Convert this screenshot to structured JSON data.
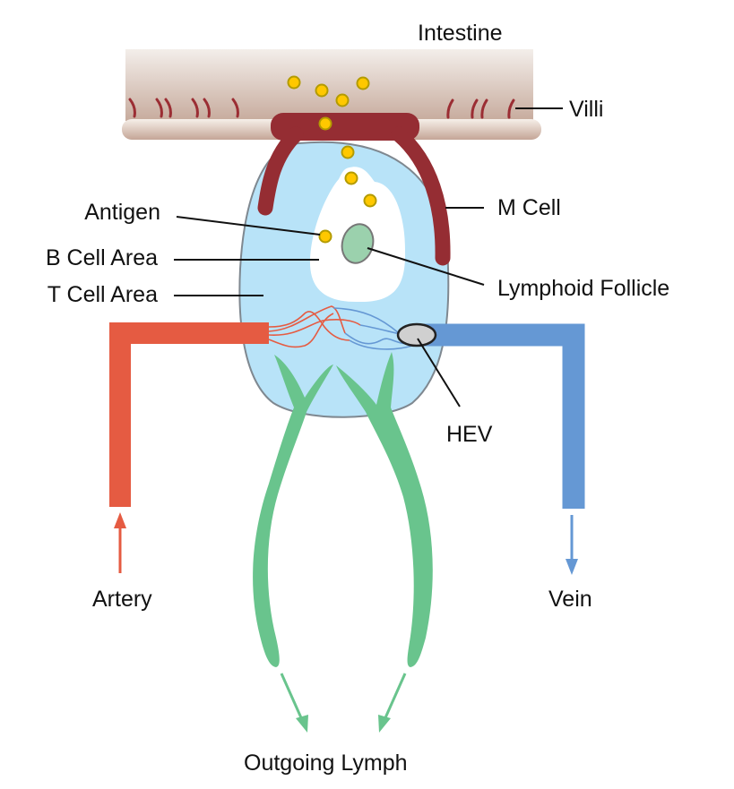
{
  "title": "Peyer's Patch Diagram",
  "labels": {
    "intestine": "Intestine",
    "villi": "Villi",
    "m_cell": "M Cell",
    "antigen": "Antigen",
    "b_cell_area": "B Cell Area",
    "t_cell_area": "T Cell Area",
    "lymphoid_follicle": "Lymphoid Follicle",
    "hev": "HEV",
    "artery": "Artery",
    "vein": "Vein",
    "outgoing_lymph": "Outgoing Lymph"
  },
  "colors": {
    "intestine_top": "#f2ece8",
    "intestine_bottom": "#c9ad9f",
    "villi": "#9b2d33",
    "m_cell": "#952d33",
    "t_cell_area": "#b8e3f8",
    "b_cell_area": "#ffffff",
    "follicle": "#9bd1ad",
    "antigen": "#ffc800",
    "antigen_stroke": "#b39b00",
    "artery": "#e55b42",
    "vein": "#6598d4",
    "lymph": "#69c48d",
    "hev": "#d0d0d0"
  },
  "antigen_count": 9
}
